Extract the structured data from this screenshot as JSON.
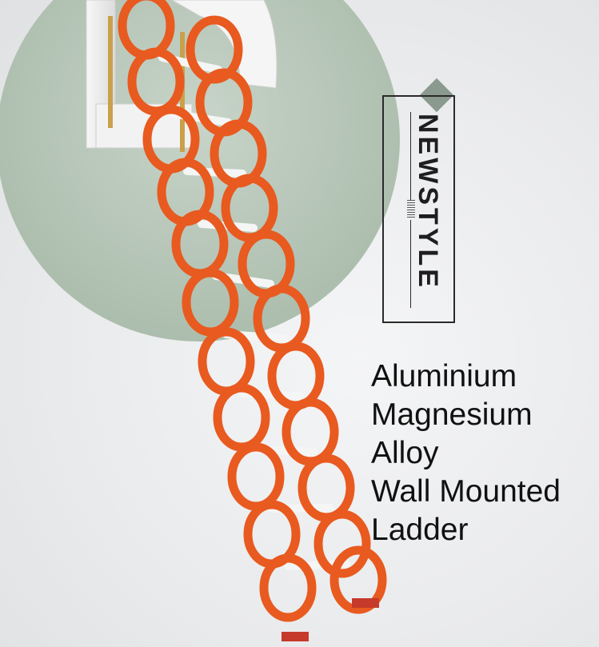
{
  "badge": {
    "text": "NEWSTYLE"
  },
  "caption": {
    "lines": [
      "Aluminium",
      "Magnesium",
      "Alloy",
      "Wall Mounted",
      "Ladder"
    ]
  },
  "colors": {
    "ladder": "#e85a1f",
    "circle": "#b7c6b8",
    "accent": "#8a9a8e",
    "step": "#f4f5f5",
    "foot": "#c53a2a"
  },
  "icons": [
    "scissor-ladder-illustration",
    "diamond-icon"
  ]
}
